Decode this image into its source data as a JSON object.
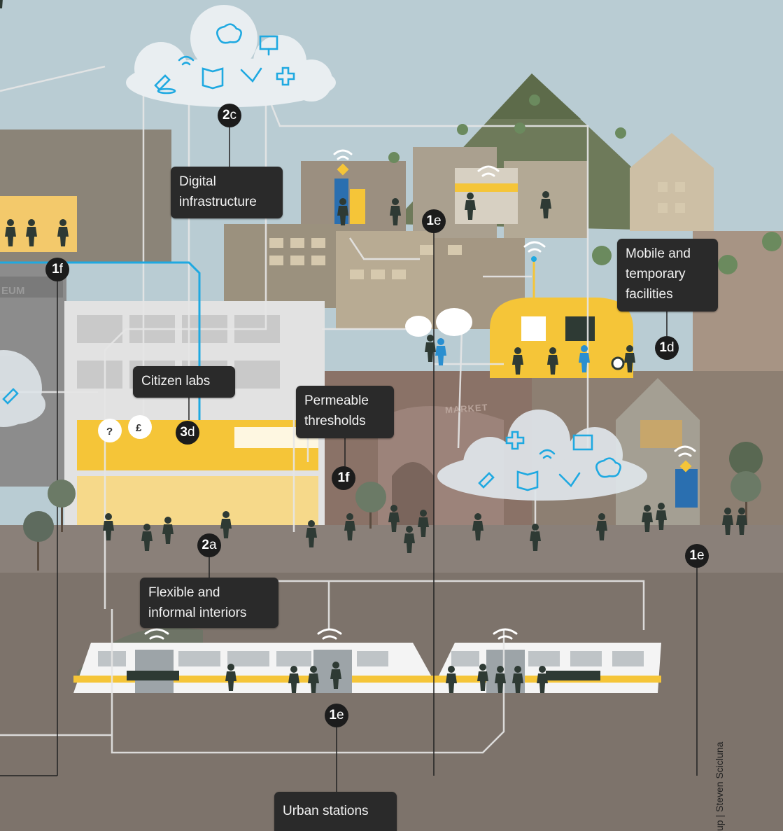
{
  "callouts": {
    "digital_infrastructure": [
      "Digital",
      "infrastructure"
    ],
    "mobile_temporary": [
      "Mobile and",
      "temporary",
      "facilities"
    ],
    "citizen_labs": [
      "Citizen labs"
    ],
    "permeable_thresholds": [
      "Permeable",
      "thresholds"
    ],
    "flexible_interiors": [
      "Flexible and",
      "informal interiors"
    ],
    "urban_stations": [
      "Urban stations"
    ]
  },
  "markers": [
    {
      "id": "2c",
      "num": "2",
      "letter": "c"
    },
    {
      "id": "1f-a",
      "num": "1",
      "letter": "f"
    },
    {
      "id": "1e-a",
      "num": "1",
      "letter": "e"
    },
    {
      "id": "1d",
      "num": "1",
      "letter": "d"
    },
    {
      "id": "3d",
      "num": "3",
      "letter": "d"
    },
    {
      "id": "1f-b",
      "num": "1",
      "letter": "f"
    },
    {
      "id": "2a",
      "num": "2",
      "letter": "a"
    },
    {
      "id": "1e-b",
      "num": "1",
      "letter": "e"
    },
    {
      "id": "1e-c",
      "num": "1",
      "letter": "e"
    }
  ],
  "signs": {
    "museum": "EUM",
    "market": "MARKET",
    "price_bubble": "£",
    "question_bubble": "?"
  },
  "credit": "up | Steven Scicluna",
  "colors": {
    "sky": "#b9ccd3",
    "cloud": "#e9eef1",
    "callout_bg": "#2a2a2a",
    "icon_blue": "#1fa9e1",
    "accent_yellow": "#f5c538",
    "ground": "#7d736b",
    "people": "#2e3a34"
  }
}
